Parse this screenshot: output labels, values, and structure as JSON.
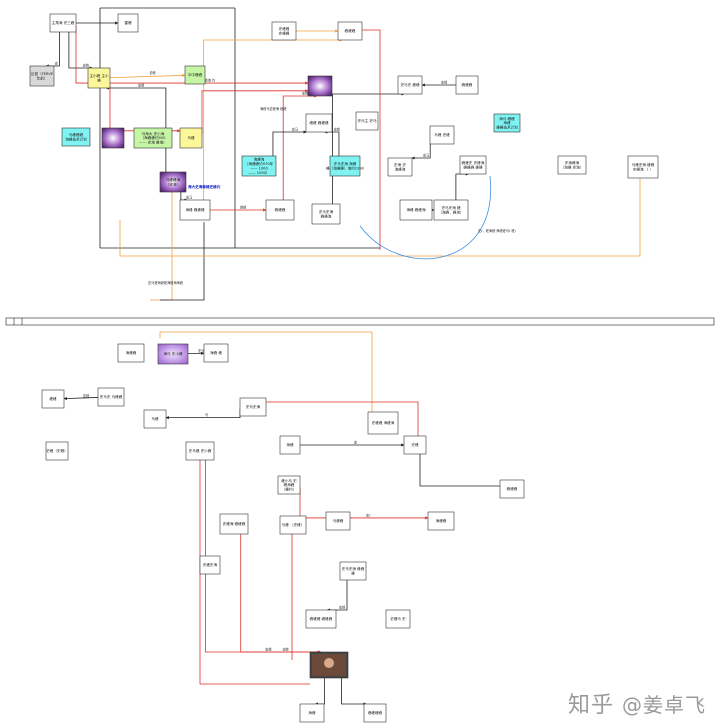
{
  "watermark": {
    "brand": "知乎",
    "author": "@姜卓飞"
  },
  "colors": {
    "red": "#e0302a",
    "orange": "#f0a040",
    "blue": "#3d8fe0",
    "black": "#222222",
    "yellow": "#fbf79a",
    "green": "#c6f5a6",
    "cyan": "#7ff2f2",
    "purple": "#8a4fb0",
    "grey": "#d9d9d9"
  },
  "nodes": [
    {
      "id": "n1",
      "label": "主角海 史三峰",
      "fill": "#ffffff"
    },
    {
      "id": "n2",
      "label": "雷爆",
      "fill": "#ffffff"
    },
    {
      "id": "n3",
      "label": "巨鼠（FERVE 年前）",
      "fill": "#d9d9d9"
    },
    {
      "id": "n4",
      "label": "主小峰 主小 峰",
      "fill": "#fbf79a"
    },
    {
      "id": "n5",
      "label": "中中峰峰",
      "fill": "#c6f5a6"
    },
    {
      "id": "n6",
      "label": "马峰峰峰 海峰技术计划",
      "fill": "#7ff2f2"
    },
    {
      "id": "n7",
      "label": "",
      "fill": "#9060b8"
    },
    {
      "id": "n8",
      "label": "马海大 史小海 （海峰峰约950 —— 史海 峰海）",
      "fill": "#c6f5a6"
    },
    {
      "id": "n9",
      "label": "马峰",
      "fill": "#fbf79a"
    },
    {
      "id": "n10",
      "label": "马峰峰海 （史海）",
      "fill": "#9060b8"
    },
    {
      "id": "n11",
      "label": "海峰 峰峰峰",
      "fill": "#ffffff"
    },
    {
      "id": "n12",
      "label": "峰峰峰",
      "fill": "#ffffff"
    },
    {
      "id": "n13",
      "label": "",
      "fill": "#9060b8"
    },
    {
      "id": "n14",
      "label": "史峰峰 史峰峰",
      "fill": "#ffffff"
    },
    {
      "id": "n15",
      "label": "峰峰峰",
      "fill": "#ffffff"
    },
    {
      "id": "n16",
      "label": "峰峰 峰峰峰",
      "fill": "#ffffff"
    },
    {
      "id": "n17",
      "label": "史马主 史马",
      "fill": "#ffffff"
    },
    {
      "id": "n18",
      "label": "海峰海 （海峰峰约970年 —— 1000 —— 1090）",
      "fill": "#7ff2f2"
    },
    {
      "id": "n19",
      "label": "史马史海 海峰 峰（海峰峰）海约1990",
      "fill": "#7ff2f2"
    },
    {
      "id": "n20",
      "label": "史马史海 峰峰海",
      "fill": "#ffffff"
    },
    {
      "id": "n21",
      "label": "史马史 峰峰",
      "fill": "#ffffff"
    },
    {
      "id": "n22",
      "label": "峰峰峰",
      "fill": "#ffffff"
    },
    {
      "id": "n23",
      "label": "马峰 史峰",
      "fill": "#ffffff"
    },
    {
      "id": "n24",
      "label": "史海 史 海峰海",
      "fill": "#ffffff"
    },
    {
      "id": "n25",
      "label": "海峰 峰峰海",
      "fill": "#ffffff"
    },
    {
      "id": "n26",
      "label": "史马史海 峰 （海峰，峰海）",
      "fill": "#ffffff"
    },
    {
      "id": "n27",
      "label": "峰峰史 史峰海 峰峰峰 峰峰",
      "fill": "#ffffff"
    },
    {
      "id": "n28",
      "label": "海马 峰峰 海峰 峰峰技术计划",
      "fill": "#7ff2f2"
    },
    {
      "id": "n29",
      "label": "史海峰海 （海峰 史海）",
      "fill": "#ffffff"
    },
    {
      "id": "n30",
      "label": "马峰史海 峰峰 史峰海 （ ）",
      "fill": "#ffffff"
    },
    {
      "id": "n31",
      "label": "海峰峰",
      "fill": "#ffffff"
    },
    {
      "id": "n32",
      "label": "海马 史小峰",
      "fill": "#c58be0"
    },
    {
      "id": "n33",
      "label": "海峰 峰",
      "fill": "#ffffff"
    },
    {
      "id": "n34",
      "label": "史马史 马峰峰",
      "fill": "#ffffff"
    },
    {
      "id": "n35",
      "label": "峰峰",
      "fill": "#ffffff"
    },
    {
      "id": "n36",
      "label": "史马史海",
      "fill": "#ffffff"
    },
    {
      "id": "n37",
      "label": "马峰",
      "fill": "#ffffff"
    },
    {
      "id": "n38",
      "label": "史峰（史峰）",
      "fill": "#ffffff"
    },
    {
      "id": "n39",
      "label": "史马峰 史小峰",
      "fill": "#ffffff"
    },
    {
      "id": "n40",
      "label": "史峰峰 海峰海",
      "fill": "#ffffff"
    },
    {
      "id": "n41",
      "label": "海峰",
      "fill": "#ffffff"
    },
    {
      "id": "n42",
      "label": "史峰",
      "fill": "#ffffff"
    },
    {
      "id": "n43",
      "label": "峰峰峰",
      "fill": "#ffffff"
    },
    {
      "id": "n44",
      "label": "峰小马 史 峰海峰 （峰约）",
      "fill": "#ffffff"
    },
    {
      "id": "n45",
      "label": "海峰峰",
      "fill": "#ffffff"
    },
    {
      "id": "n46",
      "label": "马峰峰",
      "fill": "#ffffff"
    },
    {
      "id": "n47",
      "label": "史峰海 峰峰峰",
      "fill": "#ffffff"
    },
    {
      "id": "n48",
      "label": "马峰 （史峰）",
      "fill": "#ffffff"
    },
    {
      "id": "n49",
      "label": "史峰史海",
      "fill": "#ffffff"
    },
    {
      "id": "n50",
      "label": "史马史海 峰峰 峰",
      "fill": "#ffffff"
    },
    {
      "id": "n51",
      "label": "峰峰峰 峰峰峰",
      "fill": "#ffffff"
    },
    {
      "id": "n52",
      "label": "史峰马 史",
      "fill": "#ffffff"
    },
    {
      "id": "n53",
      "label": "",
      "fill": "#444444"
    },
    {
      "id": "n54",
      "label": "海峰",
      "fill": "#ffffff"
    },
    {
      "id": "n55",
      "label": "峰峰峰峰",
      "fill": "#ffffff"
    }
  ],
  "annotations": [
    {
      "id": "a1",
      "text": "海大史海峰峰史峰约"
    },
    {
      "id": "a2",
      "text": "史马峰海峰峰海峰海海峰"
    },
    {
      "id": "a3",
      "text": "海峰马史峰海 峰峰"
    },
    {
      "id": "a4",
      "text": "史ℓ，峰海峰 海峰峰马ℓ 峰）"
    }
  ],
  "edges": [
    {
      "id": "e1",
      "from": "n1",
      "to": "n2",
      "label": "",
      "color": "black"
    },
    {
      "id": "e2",
      "from": "n1",
      "to": "n4",
      "label": "史峰",
      "color": "black"
    },
    {
      "id": "e3",
      "from": "n1",
      "to": "n13",
      "label": "海峰 峰峰海 约",
      "color": "red"
    },
    {
      "id": "e4",
      "from": "n1",
      "to": "n3",
      "label": "史",
      "color": "black"
    },
    {
      "id": "e5",
      "from": "n4",
      "to": "n5",
      "label": "史峰",
      "color": "orange"
    },
    {
      "id": "e6",
      "from": "n4",
      "to": "n9",
      "label": "",
      "color": "red"
    },
    {
      "id": "e7",
      "from": "n9",
      "to": "n13",
      "label": "",
      "color": "red"
    },
    {
      "id": "e8",
      "from": "n10",
      "to": "n4",
      "label": "史峰",
      "color": "black"
    },
    {
      "id": "e9",
      "from": "n10",
      "to": "n11",
      "label": "史马",
      "color": "black"
    },
    {
      "id": "e10",
      "from": "n11",
      "to": "n15",
      "label": "史马",
      "color": "orange"
    },
    {
      "id": "e11",
      "from": "n12",
      "to": "n13",
      "label": "史峰",
      "color": "red"
    },
    {
      "id": "e12",
      "from": "n14",
      "to": "n15",
      "label": "",
      "color": "orange"
    },
    {
      "id": "e13",
      "from": "n18",
      "to": "n16",
      "label": "史马",
      "color": "black"
    },
    {
      "id": "e14",
      "from": "n19",
      "to": "n16",
      "label": "史峰",
      "color": "black"
    },
    {
      "id": "e15",
      "from": "n20",
      "to": "n21",
      "label": "",
      "color": "black"
    },
    {
      "id": "e16",
      "from": "n22",
      "to": "n21",
      "label": "史峰",
      "color": "black"
    },
    {
      "id": "e17",
      "from": "n23",
      "to": "n24",
      "label": "史马",
      "color": "black"
    },
    {
      "id": "e18",
      "from": "n25",
      "to": "n26",
      "label": "史马",
      "color": "black"
    },
    {
      "id": "e19",
      "from": "n26",
      "to": "n27",
      "label": "史峰",
      "color": "black"
    },
    {
      "id": "e20",
      "from": "n11",
      "to": "n12",
      "label": "峰峰",
      "color": "red"
    },
    {
      "id": "e21",
      "from": "n32",
      "to": "n33",
      "label": "史马",
      "color": "black"
    },
    {
      "id": "e22",
      "from": "n34",
      "to": "n35",
      "label": "史峰",
      "color": "black"
    },
    {
      "id": "e23",
      "from": "n36",
      "to": "n37",
      "label": "马",
      "color": "black"
    },
    {
      "id": "e24",
      "from": "n41",
      "to": "n42",
      "label": "史",
      "color": "black"
    },
    {
      "id": "e25",
      "from": "n44",
      "to": "n45",
      "label": "史ℓ",
      "color": "red"
    },
    {
      "id": "e26",
      "from": "n50",
      "to": "n51",
      "label": "史峰",
      "color": "black"
    },
    {
      "id": "e27",
      "from": "n53",
      "to": "n54",
      "label": "",
      "color": "black"
    },
    {
      "id": "e28",
      "from": "n53",
      "to": "n55",
      "label": "",
      "color": "black"
    },
    {
      "id": "e29",
      "from": "n39",
      "to": "n53",
      "label": "史峰",
      "color": "red"
    },
    {
      "id": "e30",
      "from": "n47",
      "to": "n53",
      "label": "史峰",
      "color": "red"
    }
  ]
}
